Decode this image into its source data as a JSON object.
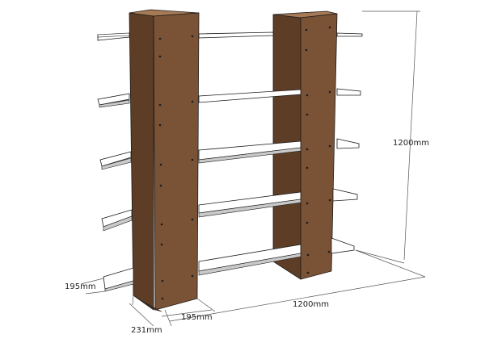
{
  "drawing": {
    "dimensions": {
      "height": "1200mm",
      "width": "1200mm",
      "shelf_depth": "195mm",
      "upright_width": "195mm",
      "upright_depth": "231mm"
    },
    "colors": {
      "wood_front": "#7a5236",
      "wood_side": "#5e3d26",
      "wood_top": "#a57a55",
      "shelf_top": "#ffffff",
      "shelf_edge": "#c9c9c9",
      "outline": "#1c1c1c",
      "dimension_line": "#555555"
    }
  }
}
